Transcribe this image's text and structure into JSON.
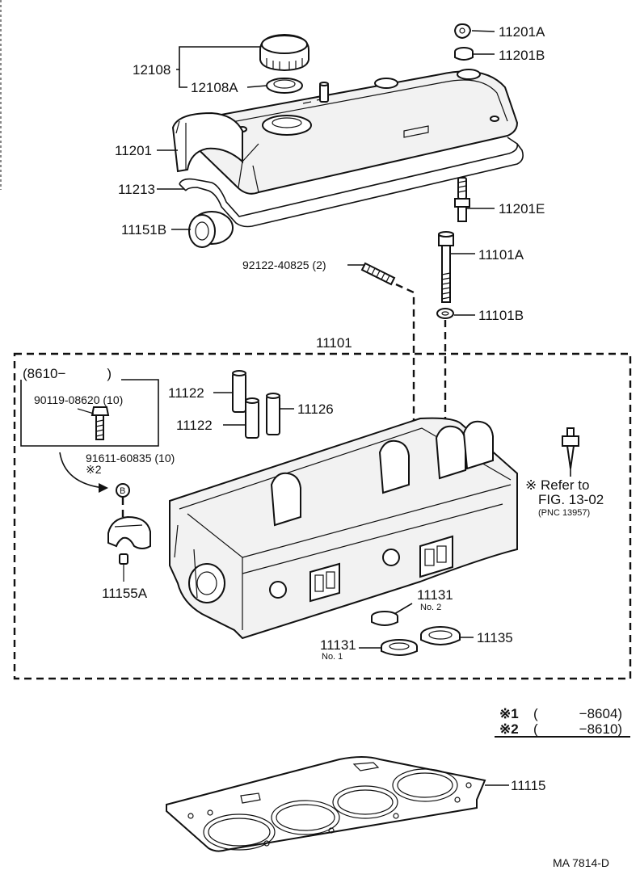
{
  "labels": {
    "p12108": "12108",
    "p12108A": "12108A",
    "p11201": "11201",
    "p11213": "11213",
    "p11151B": "11151B",
    "p11201A": "11201A",
    "p11201B": "11201B",
    "p11201E": "11201E",
    "p92122": "92122-40825 (2)",
    "p11101A": "11101A",
    "p11101B": "11101B",
    "p11101": "11101",
    "p8610": "(8610−　　　)",
    "p90119": "90119-08620 (10)",
    "p91611": "91611-60835 (10)",
    "mark2": "※2",
    "p11122a": "11122",
    "p11122b": "11122",
    "p11126": "11126",
    "refer1": "※ Refer to",
    "refer2": "FIG. 13-02",
    "refer3": "(PNC 13957)",
    "p11155A": "11155A",
    "p11131a": "11131",
    "no2": "No. 2",
    "p11131b": "11131",
    "no1": "No. 1",
    "p11135": "11135",
    "p11115": "11115",
    "bubble": "B",
    "code": "MA 7814-D"
  },
  "footnotes": [
    {
      "mark": "※1",
      "range": "(　　　−8604)"
    },
    {
      "mark": "※2",
      "range": "(　　　−8610)"
    }
  ]
}
